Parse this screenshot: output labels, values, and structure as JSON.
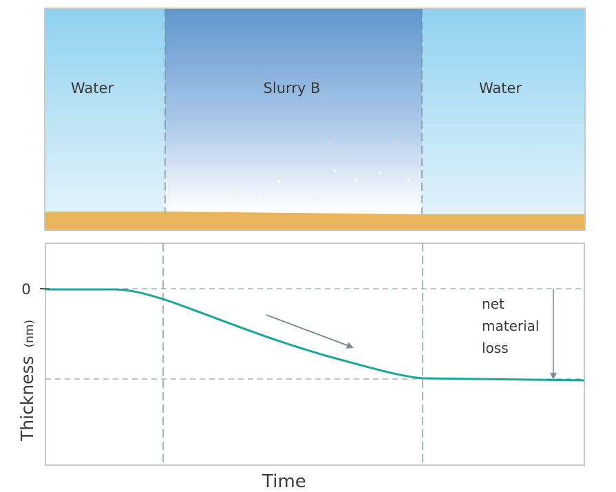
{
  "top_panel": {
    "left_label": "Water",
    "middle_label": "Slurry B",
    "right_label": "Water"
  },
  "bottom_panel": {
    "y_axis_title": "Thickness",
    "y_axis_unit": "(nm)",
    "x_axis_title": "Time",
    "zero_tick": "0",
    "annotation": [
      "net",
      "material",
      "loss"
    ]
  },
  "colors": {
    "water_light": "#d6eef9",
    "water_top": "#8fd1f0",
    "slurry_top": "#5f96cc",
    "substrate": "#e8b55c",
    "curve": "#1aa79a",
    "frame": "#c8c8c8",
    "guide": "#7c8c99",
    "arrow": "#7c8c99"
  }
}
